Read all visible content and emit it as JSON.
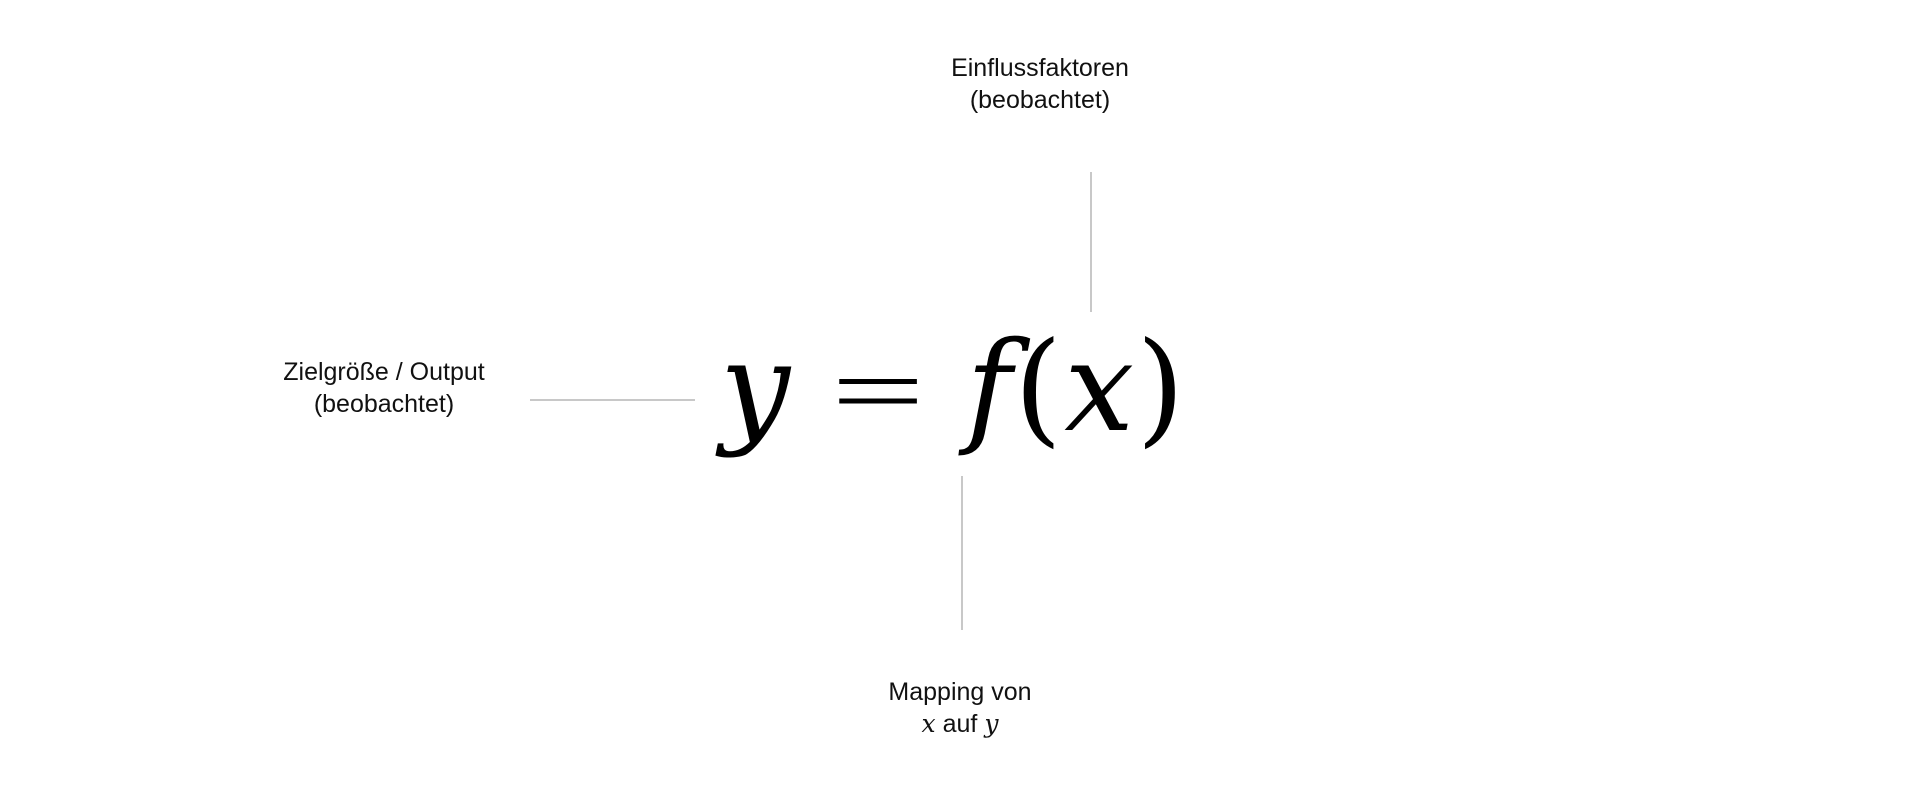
{
  "formula": {
    "lhs": "y",
    "equals": "=",
    "func": "f",
    "open_paren": "(",
    "arg": "x",
    "close_paren": ")"
  },
  "labels": {
    "top": {
      "line1": "Einflussfaktoren",
      "line2": "(beobachtet)"
    },
    "left": {
      "line1": "Zielgröße / Output",
      "line2": "(beobachtet)"
    },
    "bottom": {
      "line1": "Mapping von",
      "var_x": "x",
      "mid": " auf ",
      "var_y": "y"
    }
  },
  "colors": {
    "connector": "#c8c8c8",
    "text": "#111111",
    "background": "#ffffff"
  }
}
